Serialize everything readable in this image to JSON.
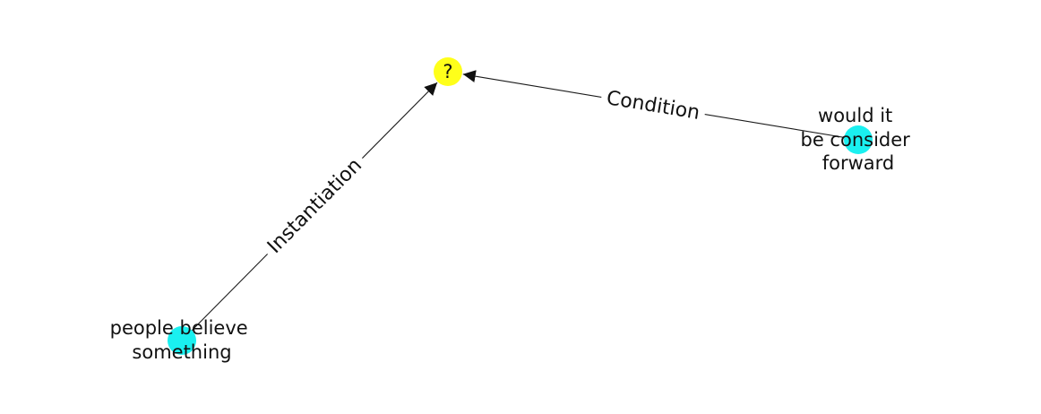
{
  "diagram": {
    "nodes": [
      {
        "id": "q",
        "label_lines": [
          "?"
        ],
        "color": "#ffff1a"
      },
      {
        "id": "consider",
        "label_lines": [
          "would it",
          "be consider",
          "forward"
        ],
        "color": "#1af0f0"
      },
      {
        "id": "believe",
        "label_lines": [
          "people believe",
          "something"
        ],
        "color": "#1af0f0"
      }
    ],
    "edges": [
      {
        "id": "instantiation",
        "source": "believe",
        "target": "q",
        "label": "Instantiation"
      },
      {
        "id": "condition",
        "source": "consider",
        "target": "q",
        "label": "Condition"
      }
    ]
  }
}
